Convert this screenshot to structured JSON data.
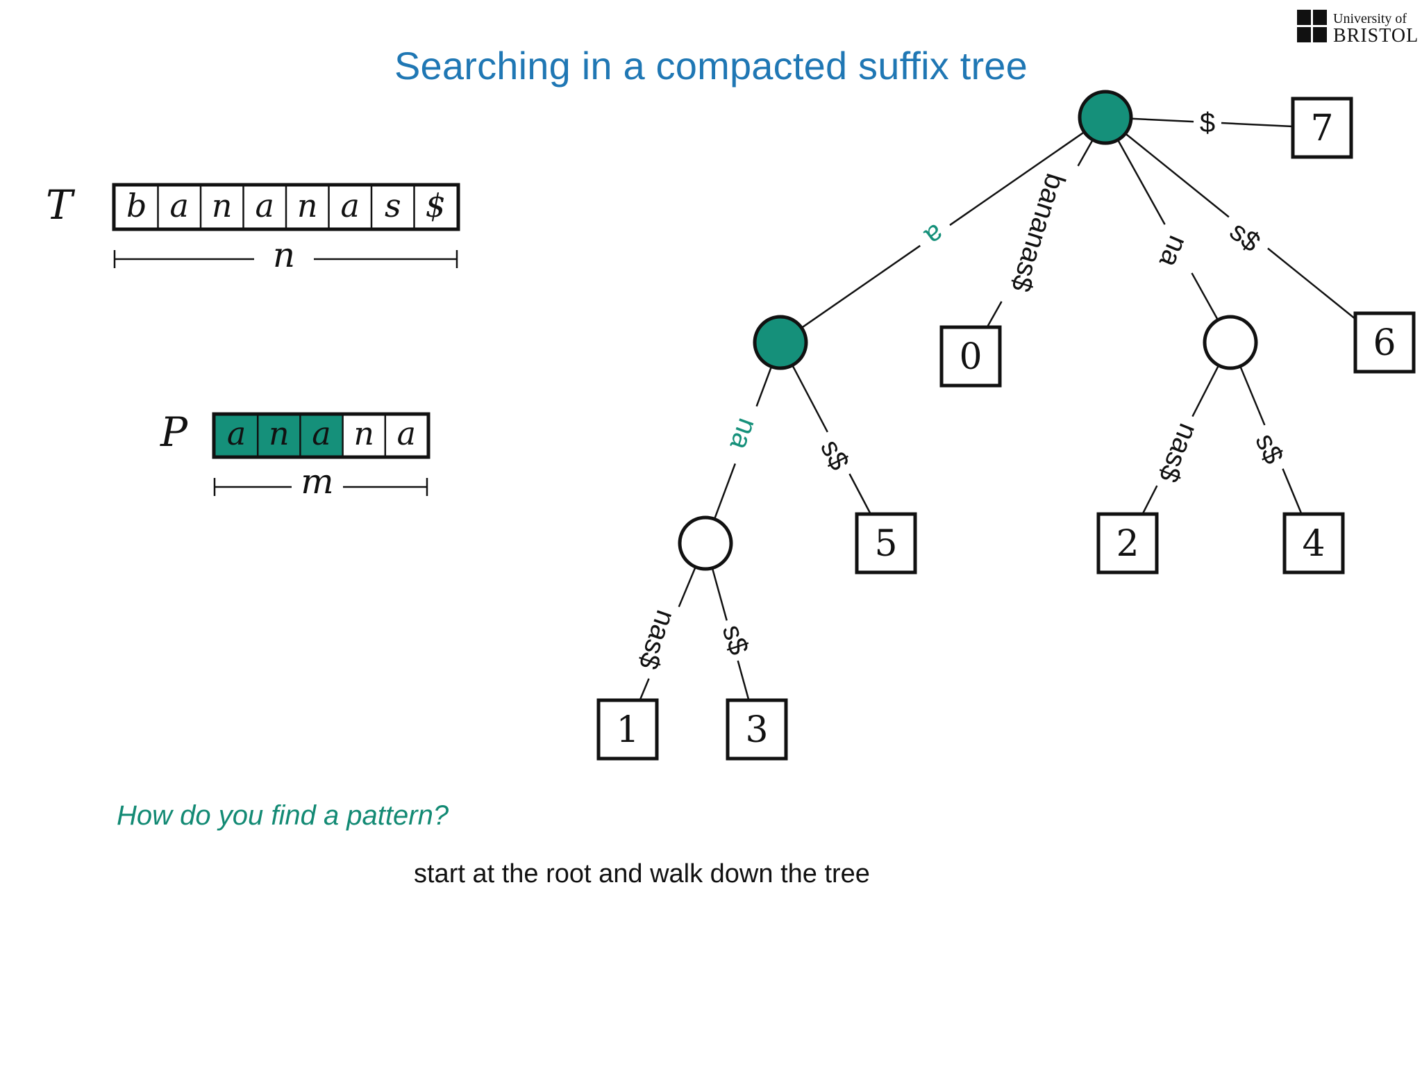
{
  "slide": {
    "title": "Searching in a compacted suffix tree",
    "logo": {
      "line1": "University of",
      "line2": "BRISTOL"
    },
    "question": "How do you find a pattern?",
    "answer": "start at the root and walk down the tree"
  },
  "colors": {
    "accent": "#15907a",
    "title": "#1f77b4",
    "ink": "#111111"
  },
  "text_array": {
    "label": "T",
    "length_label": "n",
    "cells": [
      "b",
      "a",
      "n",
      "a",
      "n",
      "a",
      "s",
      "$"
    ]
  },
  "pattern_array": {
    "label": "P",
    "length_label": "m",
    "cells": [
      "a",
      "n",
      "a",
      "n",
      "a"
    ],
    "matched_count": 3
  },
  "tree": {
    "nodes": [
      {
        "id": "root",
        "type": "internal",
        "highlighted": true
      },
      {
        "id": "n_a",
        "type": "internal",
        "highlighted": true
      },
      {
        "id": "n_ana",
        "type": "internal",
        "highlighted": false
      },
      {
        "id": "n_na",
        "type": "internal",
        "highlighted": false
      },
      {
        "id": "leaf0",
        "type": "leaf",
        "label": "0"
      },
      {
        "id": "leaf1",
        "type": "leaf",
        "label": "1"
      },
      {
        "id": "leaf2",
        "type": "leaf",
        "label": "2"
      },
      {
        "id": "leaf3",
        "type": "leaf",
        "label": "3"
      },
      {
        "id": "leaf4",
        "type": "leaf",
        "label": "4"
      },
      {
        "id": "leaf5",
        "type": "leaf",
        "label": "5"
      },
      {
        "id": "leaf6",
        "type": "leaf",
        "label": "6"
      },
      {
        "id": "leaf7",
        "type": "leaf",
        "label": "7"
      }
    ],
    "edges": [
      {
        "from": "root",
        "to": "leaf7",
        "label": "$",
        "highlighted": false
      },
      {
        "from": "root",
        "to": "n_a",
        "label": "a",
        "highlighted": true
      },
      {
        "from": "root",
        "to": "leaf0",
        "label": "bananas$",
        "highlighted": false
      },
      {
        "from": "root",
        "to": "n_na",
        "label": "na",
        "highlighted": false
      },
      {
        "from": "root",
        "to": "leaf6",
        "label": "s$",
        "highlighted": false
      },
      {
        "from": "n_a",
        "to": "n_ana",
        "label": "na",
        "highlighted": true
      },
      {
        "from": "n_a",
        "to": "leaf5",
        "label": "s$",
        "highlighted": false
      },
      {
        "from": "n_ana",
        "to": "leaf1",
        "label": "nas$",
        "highlighted": false
      },
      {
        "from": "n_ana",
        "to": "leaf3",
        "label": "s$",
        "highlighted": false
      },
      {
        "from": "n_na",
        "to": "leaf2",
        "label": "nas$",
        "highlighted": false
      },
      {
        "from": "n_na",
        "to": "leaf4",
        "label": "s$",
        "highlighted": false
      }
    ]
  }
}
